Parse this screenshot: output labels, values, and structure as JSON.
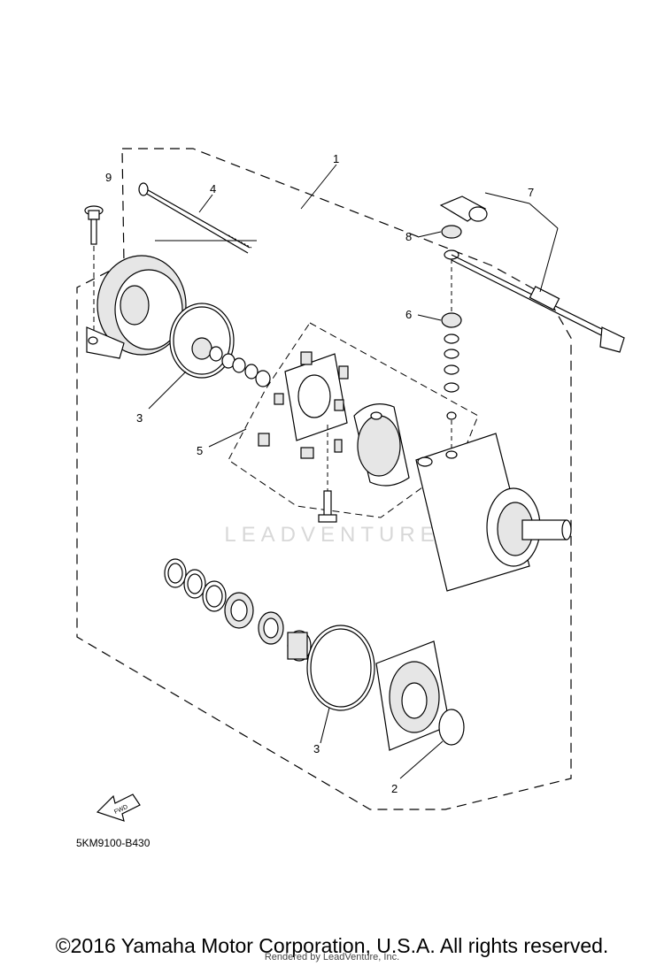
{
  "diagram": {
    "callouts": [
      "1",
      "2",
      "3",
      "3",
      "4",
      "5",
      "6",
      "7",
      "8",
      "9"
    ],
    "watermark": "LEADVENTURE",
    "direction_arrow": "FWD",
    "code": "5KM9100-B430"
  },
  "footer": {
    "copyright": "©2016 Yamaha Motor Corporation, U.S.A. All rights reserved.",
    "rendered_by": "Rendered by LeadVenture, Inc."
  }
}
